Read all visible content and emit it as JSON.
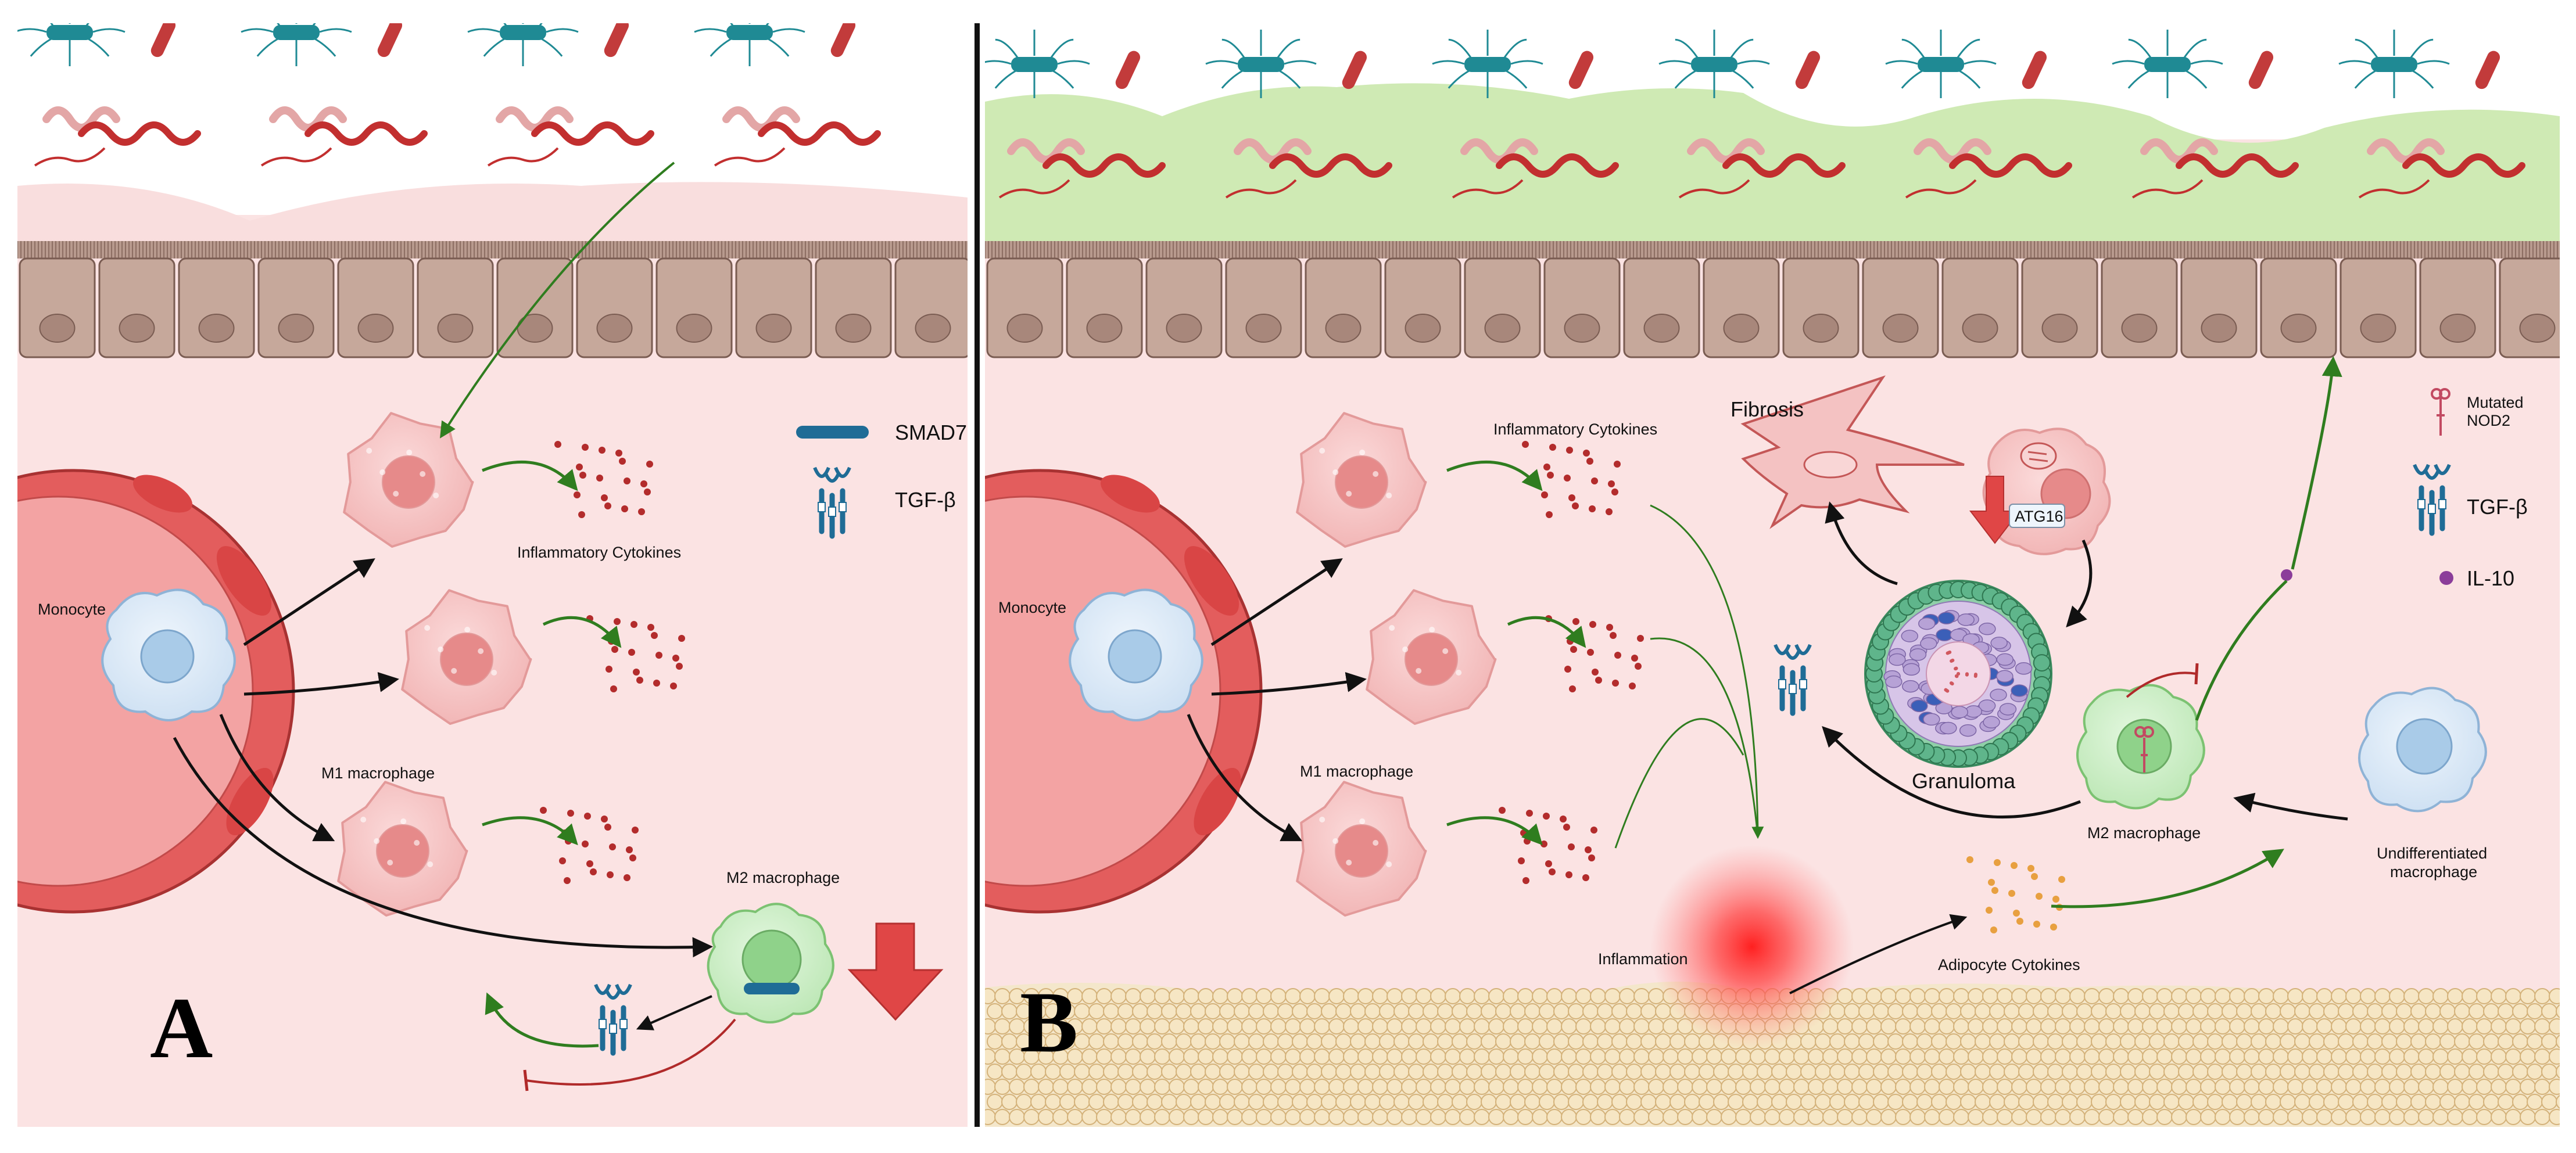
{
  "panel_a": {
    "letter": "A",
    "labels": {
      "monocyte": "Monocyte",
      "m1_macrophage": "M1 macrophage",
      "inflammatory_cytokines": "Inflammatory Cytokines",
      "m2_macrophage": "M2 macrophage"
    },
    "legend": {
      "smad7": "SMAD7",
      "tgf_beta": "TGF-β"
    }
  },
  "panel_b": {
    "letter": "B",
    "labels": {
      "monocyte": "Monocyte",
      "m1_macrophage": "M1 macrophage",
      "inflammatory_cytokines": "Inflammatory Cytokines",
      "fibrosis": "Fibrosis",
      "atg16": "ATG16",
      "granuloma": "Granuloma",
      "m2_macrophage": "M2 macrophage",
      "undifferentiated_macrophage_line1": "Undifferentiated",
      "undifferentiated_macrophage_line2": "macrophage",
      "inflammation": "Inflammation",
      "adipocyte_cytokines": "Adipocyte Cytokines"
    },
    "legend": {
      "mutated_nod2_line1": "Mutated",
      "mutated_nod2_line2": "NOD2",
      "tgf_beta": "TGF-β",
      "il10": "IL-10"
    }
  },
  "colors": {
    "tissue": "#fbe3e3",
    "epithelium": "#c6a89b",
    "mucus": "#cfeab4",
    "m1_cell": "#f6c5c5",
    "m2_cell": "#cdeec9",
    "monocyte": "#dce9f6",
    "vessel": "#e35d5d",
    "cytokine": "#b32c2c",
    "adipocyte_cytokine": "#e8a040",
    "green_arrow": "#2f7d1f",
    "red_inhibit": "#b02a2a",
    "down_arrow": "#e04646",
    "smad7": "#1f6c96",
    "il10": "#8b3d9a",
    "fat": "#f4e7cb"
  }
}
